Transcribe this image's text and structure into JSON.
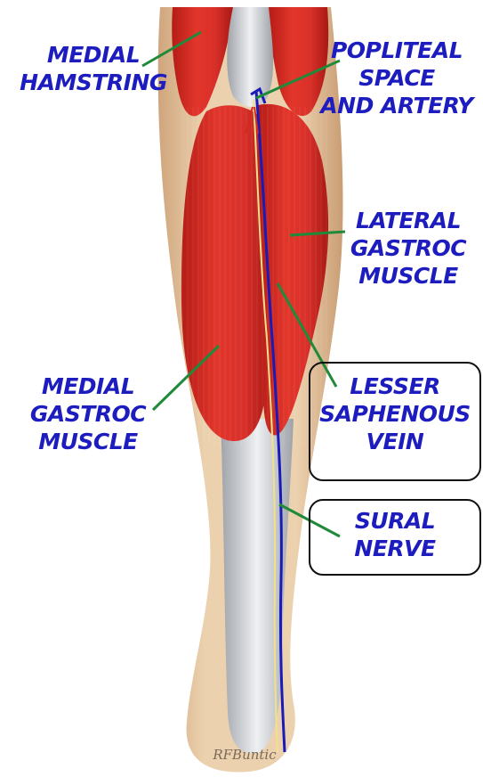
{
  "labels": {
    "medial_hamstring": [
      "MEDIAL",
      "HAMSTRING"
    ],
    "popliteal": [
      "POPLITEAL",
      "SPACE",
      "AND ARTERY"
    ],
    "lateral_gastroc": [
      "LATERAL",
      "GASTROC",
      "MUSCLE"
    ],
    "medial_gastroc": [
      "MEDIAL",
      "GASTROC",
      "MUSCLE"
    ],
    "lesser_saphenous": [
      "LESSER",
      "SAPHENOUS",
      "VEIN"
    ],
    "sural_nerve": [
      "SURAL",
      "NERVE"
    ]
  },
  "signature": "RFBuntic",
  "colors": {
    "label_text": "#1c1cbf",
    "leader_line": "#1f8a3a",
    "muscle": "#d42a22",
    "tendon": "#c9ccd1",
    "skin": "#e7c9a6",
    "vein": "#1a1ab8",
    "nerve": "#f3e08a"
  }
}
